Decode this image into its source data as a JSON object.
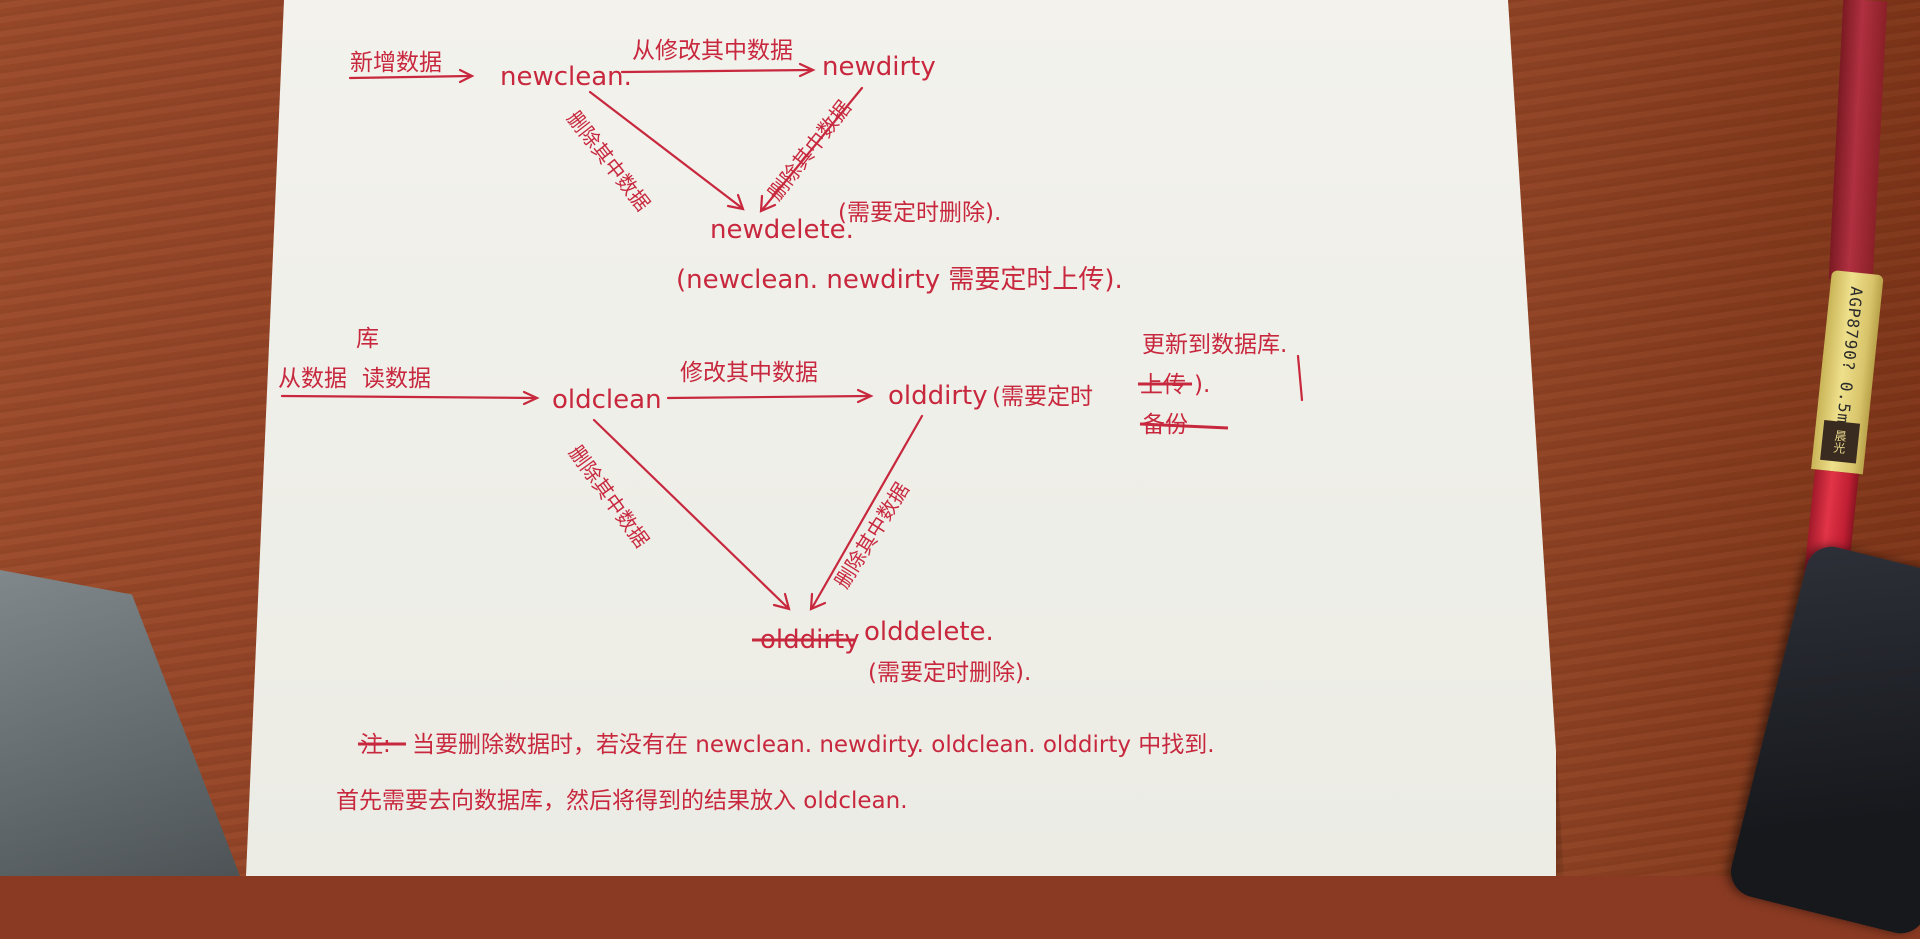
{
  "nodes": {
    "new_clean": "newclean.",
    "new_dirty": "newdirty",
    "new_delete": "newdelete.",
    "new_delete_note": "(需要定时删除).",
    "new_sync_note": "(newclean. newdirty 需要定时上传).",
    "old_clean": "oldclean",
    "old_dirty": "olddirty",
    "old_dirty_note_prefix": "(需要定时",
    "old_dirty_struck": "上传",
    "old_dirty_struck2": "备份",
    "old_dirty_note_suffix": ").",
    "old_dirty_insert": "更新到数据库.",
    "old_delete": "olddelete.",
    "old_delete_struck": "olddirty",
    "old_delete_note": "(需要定时删除)."
  },
  "edges": {
    "entry_new": "新增数据",
    "new_clean_to_dirty": "从修改其中数据",
    "new_clean_to_delete": "删除其中数据",
    "new_dirty_to_delete": "删除其中数据",
    "entry_old_prefix": "从数据",
    "entry_old_insert": "库",
    "entry_old_suffix": "读数据",
    "old_clean_to_dirty": "修改其中数据",
    "old_clean_to_delete": "删除其中数据",
    "old_dirty_to_delete": "删除其中数据"
  },
  "footer": {
    "struck_word": "注:",
    "line1": "当要删除数据时，若没有在 newclean. newdirty. oldclean. olddirty 中找到.",
    "line2": "首先需要去向数据库，然后将得到的结果放入 oldclean."
  },
  "pen": {
    "label": "AGP8790?  0.5mm 红",
    "brand": "晨光"
  }
}
